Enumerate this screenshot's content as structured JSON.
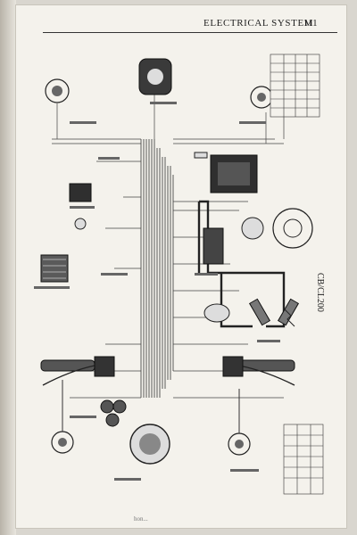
{
  "header": {
    "title": "ELECTRICAL SYSTEM",
    "page_number": "111"
  },
  "model": "CB/CL200",
  "footer_text": "hon..."
}
